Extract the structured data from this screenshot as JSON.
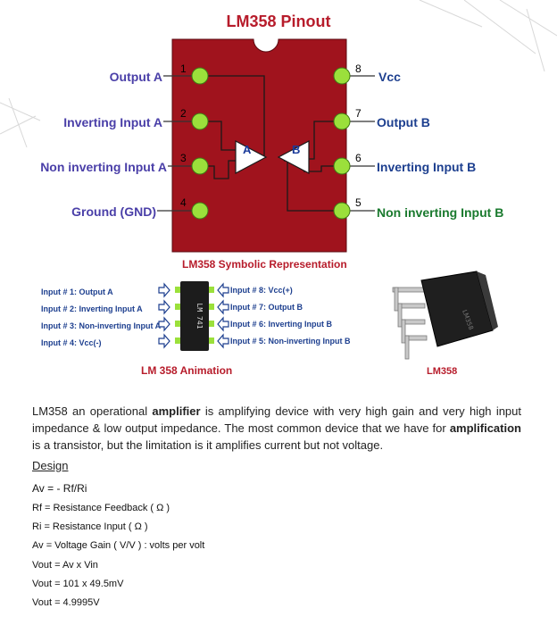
{
  "pinout": {
    "title": "LM358 Pinout",
    "left_pins": [
      {
        "num": "1",
        "label": "Output A"
      },
      {
        "num": "2",
        "label": "Inverting Input A"
      },
      {
        "num": "3",
        "label": "Non inverting Input A"
      },
      {
        "num": "4",
        "label": "Ground (GND)"
      }
    ],
    "right_pins": [
      {
        "num": "8",
        "label": "Vcc"
      },
      {
        "num": "7",
        "label": "Output B"
      },
      {
        "num": "6",
        "label": "Inverting Input B"
      },
      {
        "num": "5",
        "label": "Non inverting Input B"
      }
    ],
    "amp_a": "A",
    "amp_b": "B",
    "caption": "LM358 Symbolic Representation",
    "colors": {
      "chip": "#a0131d",
      "pin_dot": "#9be03b",
      "title": "#b71c2b"
    }
  },
  "animation": {
    "chip_text": "LM 741",
    "left": [
      "Input # 1: Output A",
      "Input # 2: Inverting Input A",
      "Input # 3: Non-inverting Input A",
      "Input # 4: Vcc(-)"
    ],
    "right": [
      "Input # 8: Vcc(+)",
      "Input # 7: Output B",
      "Input # 6: Inverting Input B",
      "Input # 5: Non-inverting Input B"
    ],
    "caption": "LM 358 Animation"
  },
  "photo": {
    "caption": "LM358",
    "chip_text": "LM358"
  },
  "description": {
    "before_1": "LM358 an operational ",
    "bold_1": "amplifier",
    "middle": " is amplifying device with very high gain and very high input impedance & low output impedance. The most common device that we have for ",
    "bold_2": "amplification",
    "after": " is a transistor, but the limitation is it amplifies current but not voltage."
  },
  "design": {
    "heading": "Design",
    "formula": "Av = - Rf/Ri",
    "lines": [
      "Rf = Resistance Feedback ( Ω )",
      "Ri = Resistance Input ( Ω )",
      "Av = Voltage Gain ( V/V ) : volts per volt",
      "Vout = Av x Vin",
      "Vout = 101 x 49.5mV",
      "Vout = 4.9995V"
    ]
  }
}
